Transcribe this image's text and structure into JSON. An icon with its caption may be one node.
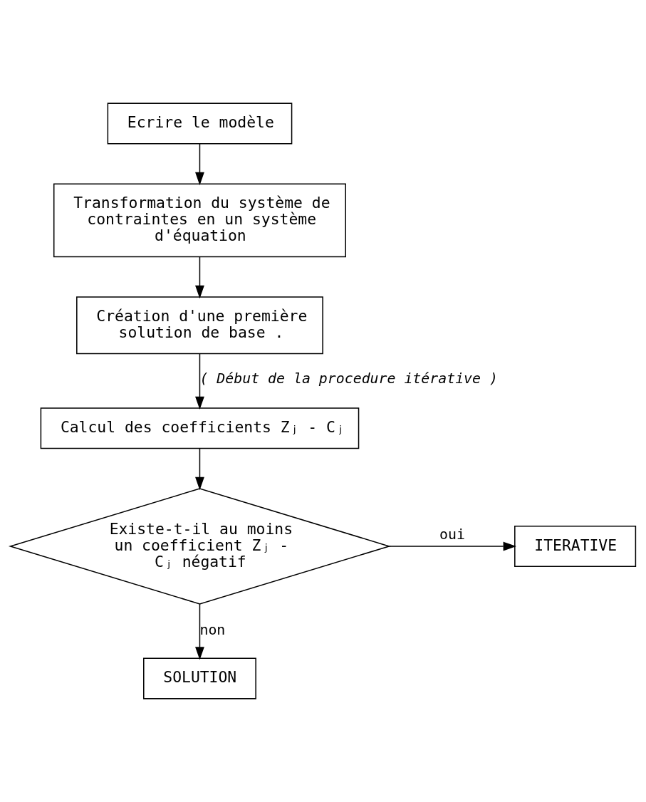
{
  "diagram": {
    "nodes": [
      {
        "text": [
          "Ecrire le modèle"
        ]
      },
      {
        "text": [
          "Transformation du système de contraintes en un système d'équation"
        ]
      },
      {
        "text": [
          "Création d'une première solution de base ."
        ]
      },
      {
        "text": [
          "Calcul des coefficients Zⱼ - Cⱼ"
        ]
      },
      {
        "text": [
          "Existe-t-il au moins un coefficient Zⱼ - Cⱼ négatif"
        ]
      },
      {
        "text": [
          "ITERATIVE"
        ]
      },
      {
        "text": [
          "SOLUTION"
        ]
      }
    ],
    "edges": [
      {
        "from": 0,
        "to": 1,
        "arrow": "to"
      },
      {
        "from": 1,
        "to": 2,
        "arrow": "to"
      },
      {
        "from": 2,
        "to": 3,
        "arrow": "to",
        "label": "( Début de la procedure itérative )"
      },
      {
        "from": 3,
        "to": 4,
        "arrow": "to"
      },
      {
        "from": 4,
        "to": 5,
        "arrow": "to",
        "label": "oui"
      },
      {
        "from": 4,
        "to": 6,
        "arrow": "to",
        "label": "non"
      }
    ]
  }
}
